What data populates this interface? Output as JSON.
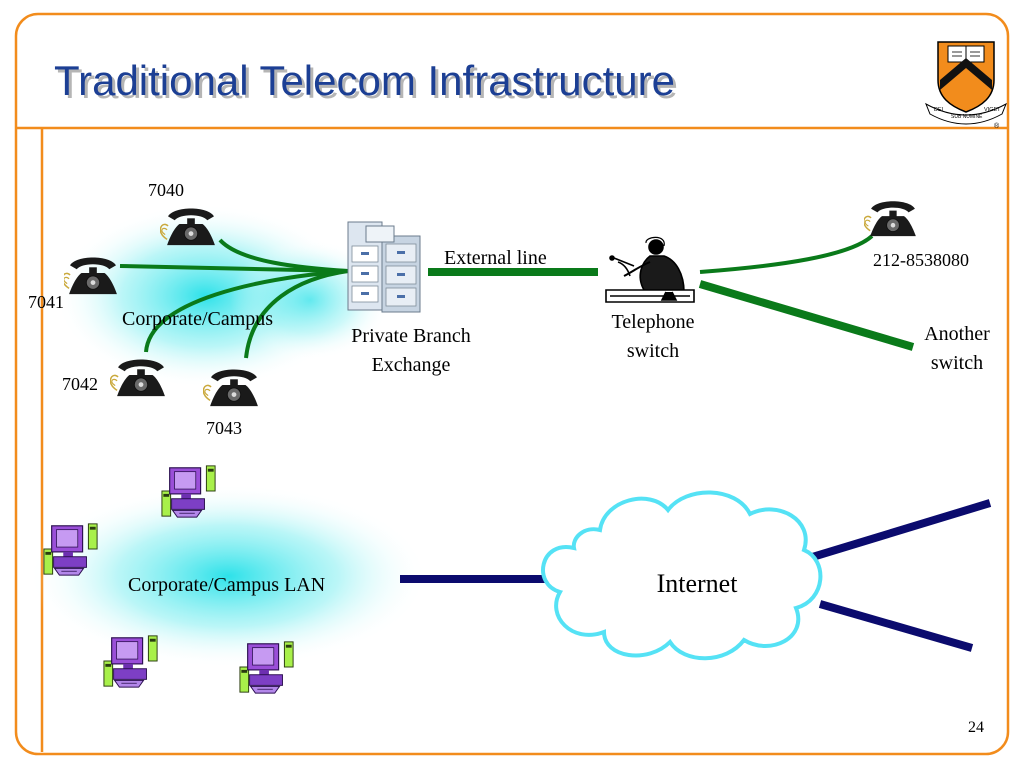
{
  "slide": {
    "title": "Traditional Telecom Infrastructure",
    "page_number": "24",
    "logo_icon": "princeton-shield-icon",
    "logo_motto": [
      "DEI",
      "SUB NUMINE",
      "VIGET"
    ],
    "registered_mark": "®"
  },
  "phone_network": {
    "extensions": [
      {
        "number": "7040"
      },
      {
        "number": "7041"
      },
      {
        "number": "7042"
      },
      {
        "number": "7043"
      }
    ],
    "campus_label": "Corporate/Campus",
    "pbx_label": [
      "Private Branch",
      "Exchange"
    ],
    "external_line_label": "External line",
    "telephone_switch_label": [
      "Telephone",
      "switch"
    ],
    "remote_phone_number": "212-8538080",
    "another_switch_label": [
      "Another",
      "switch"
    ]
  },
  "data_network": {
    "lan_label": "Corporate/Campus LAN",
    "internet_label": "Internet"
  },
  "colors": {
    "frame": "#f28c1c",
    "title": "#1c3f94",
    "phone_link": "#0a7a1a",
    "data_link": "#0b0b6e",
    "cloud_outline": "#55e2f5",
    "campus_area": "#22e0e8",
    "computer": "#9a4fd8"
  },
  "icons": {
    "phone": "rotary-telephone-icon",
    "pbx": "filing-cabinet-icon",
    "operator": "switchboard-operator-icon",
    "computer": "desktop-computer-icon"
  }
}
